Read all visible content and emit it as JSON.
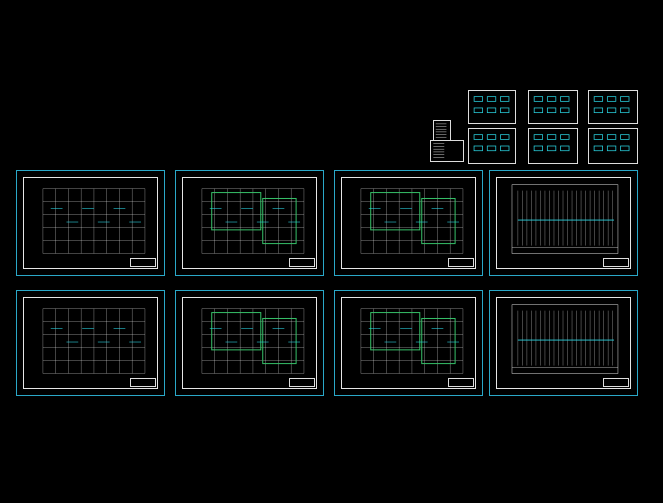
{
  "viewport": {
    "background": "#000000"
  },
  "colors": {
    "frame": "#2aa8c8",
    "line": "#e6e6e6",
    "accent": "#37c46a",
    "cyan": "#2ad3e0"
  },
  "sheets": [
    {
      "kind": "grid-plan"
    },
    {
      "kind": "floor-plan-green"
    },
    {
      "kind": "grid-plan-green"
    },
    {
      "kind": "elevation"
    },
    {
      "kind": "grid-plan"
    },
    {
      "kind": "floor-plan-green"
    },
    {
      "kind": "grid-plan-green"
    },
    {
      "kind": "elevation"
    }
  ],
  "details": [
    {
      "kind": "node-detail"
    },
    {
      "kind": "node-detail"
    },
    {
      "kind": "node-detail"
    },
    {
      "kind": "node-detail"
    },
    {
      "kind": "node-detail"
    },
    {
      "kind": "node-detail"
    }
  ],
  "notes": [
    {
      "kind": "text-block"
    },
    {
      "kind": "text-block"
    }
  ]
}
